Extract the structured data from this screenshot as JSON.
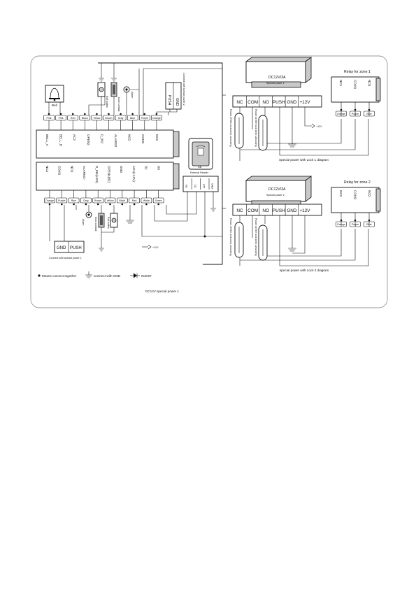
{
  "left_board": {
    "top_wire_colors": [
      "Pink",
      "Pink",
      "Red",
      "Black",
      "Yellow",
      "Brown",
      "Gray",
      "Blue",
      "Purple",
      "Orange"
    ],
    "top_terminals": [
      "BELL_A",
      "BELL_B",
      "AC2",
      "OPEN2",
      "D_IN2",
      "ALARM2",
      "NO2",
      "COM2",
      "NC2"
    ],
    "bottom_terminals": [
      "NC1",
      "COM1",
      "NO1",
      "ALARM1-",
      "D_IN1(LED)",
      "OPEN1(BZ)",
      "GND",
      "AC1(+12V)",
      "D1",
      "D0"
    ],
    "bottom_wire_colors": [
      "Orange",
      "Purple",
      "Blue",
      "Gray",
      "Brown",
      "Yellow",
      "Black",
      "Red",
      "White",
      "Green"
    ],
    "bell_label": "Bell",
    "exit_button_top": "Exit button",
    "door_contact_top": "Door contact",
    "alarm_top": "Alarm",
    "connect_power2": "Connect with special power 2",
    "push_label": "PUSH",
    "gnd_label": "GND",
    "reader_label": "External Reader",
    "reader_logo": "GB",
    "reader_pins": [
      "D0",
      "D1",
      "12V",
      "GND"
    ],
    "alarm_bottom": "Alarm",
    "door_contact_bottom": "Door contact",
    "exit_button_bottom": "Exit button",
    "plus12v": "+12V",
    "connect_power1": "Connect with special power 1",
    "legend_dot": "Means connect together",
    "legend_gnd": "Connect with GND",
    "legend_diode": "IN4007",
    "footer": "DC12V special power 1"
  },
  "lock1": {
    "psu_title": "DC12V/3A",
    "psu_sub": "Special power 1",
    "terminals": [
      "NC",
      "COM",
      "NO",
      "PUSH",
      "GND",
      "+12V"
    ],
    "plus12v": "+12V",
    "note_left": "Power off the lock keep unlocking",
    "note_right": "Power on the lock keep unlocking",
    "relay_title": "Relay for zone 1",
    "relay_pins": [
      "NC1",
      "COM1",
      "NO1"
    ],
    "relay_colors": [
      "Orange",
      "Purple",
      "Blue"
    ],
    "caption": "Special power with Lock 1 diagram"
  },
  "lock2": {
    "psu_title": "DC12V/3A",
    "psu_sub": "Special power 2",
    "terminals": [
      "NC",
      "COM",
      "NO",
      "PUSH",
      "GND",
      "+12V"
    ],
    "note_left": "Power off the lock keep unlocking",
    "note_right": "Power on the lock keep unlocking",
    "relay_title": "Relay for zone 2",
    "relay_pins": [
      "NC2",
      "COM2",
      "NO2"
    ],
    "relay_colors": [
      "Orange",
      "Purple",
      "Blue"
    ],
    "caption": "special power with Lock 2 diagram"
  }
}
